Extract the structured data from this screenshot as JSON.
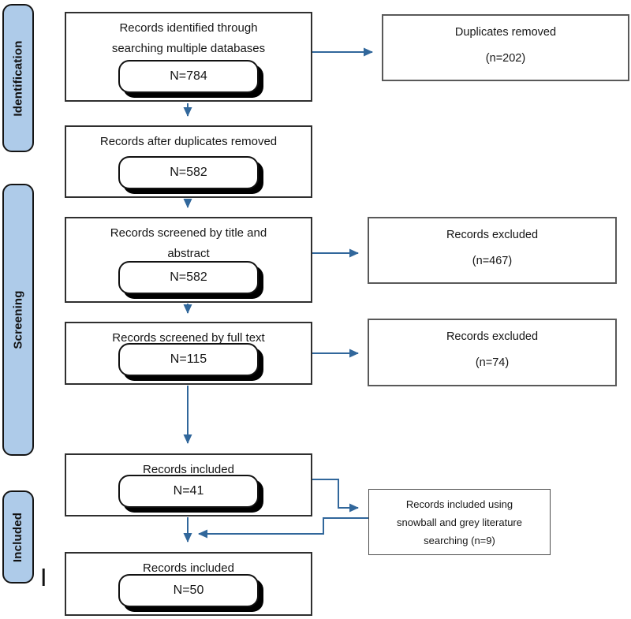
{
  "diagram_type": "prisma-flow",
  "colors": {
    "stage_fill": "#aecbe9",
    "stage_border": "#141414",
    "main_box_border": "#2f2f2f",
    "side_box_border": "#595959",
    "arrow": "#31679b",
    "pill_shadow": "#000000",
    "text": "#161616",
    "background": "#ffffff"
  },
  "stages": {
    "identification": "Identification",
    "screening": "Screening",
    "included": "Included"
  },
  "main_boxes": {
    "identified": {
      "line1": "Records identified through",
      "line2": "searching multiple databases",
      "count": "N=784"
    },
    "after_duplicates": {
      "line1": "Records after duplicates removed",
      "count": "N=582"
    },
    "screened_title_abstract": {
      "line1": "Records screened by title and",
      "line2": "abstract",
      "count": "N=582"
    },
    "screened_full_text": {
      "line1": "Records screened by full text",
      "count": "N=115"
    },
    "included_initial": {
      "line1": "Records included",
      "count": "N=41"
    },
    "included_final": {
      "line1": "Records included",
      "count": "N=50"
    }
  },
  "side_boxes": {
    "duplicates_removed": {
      "line1": "Duplicates removed",
      "line2": "(n=202)"
    },
    "excluded_title_abstract": {
      "line1": "Records excluded",
      "line2": "(n=467)"
    },
    "excluded_full_text": {
      "line1": "Records excluded",
      "line2": "(n=74)"
    },
    "snowball": {
      "line1": "Records included using",
      "line2": "snowball and grey literature",
      "line3": "searching (n=9)"
    }
  },
  "marks": {
    "cursor": "|"
  }
}
